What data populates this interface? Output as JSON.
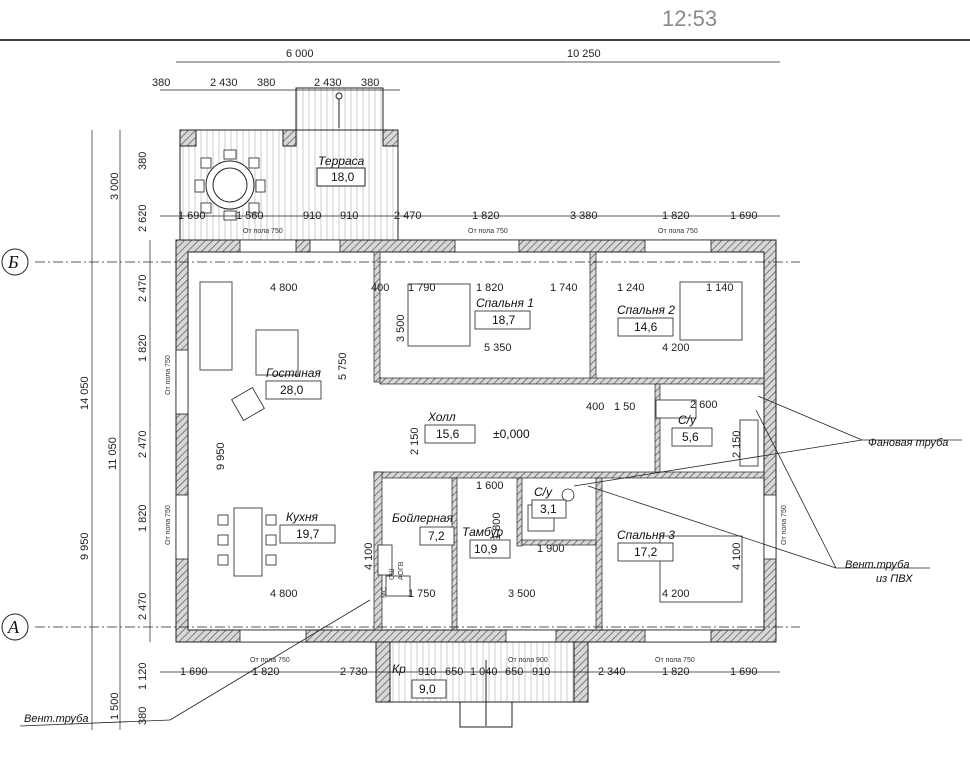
{
  "status_time": "12:53",
  "axes": {
    "b": "Б",
    "a": "А"
  },
  "dims_top_main": [
    "6 000",
    "10 250"
  ],
  "dims_top_terrace": [
    "380",
    "2 430",
    "380",
    "2 430",
    "380"
  ],
  "dims_top_walls": [
    "1 690",
    "1 560",
    "910",
    "910",
    "2 470",
    "1 820",
    "3 380",
    "1 820",
    "1 690"
  ],
  "dims_bottom": [
    "1 690",
    "1 820",
    "2 730",
    "910",
    "650",
    "1 040",
    "650",
    "910",
    "2 340",
    "1 820",
    "1 690"
  ],
  "dims_left_outer": [
    "3 000",
    "14 050",
    "1 500"
  ],
  "dims_left_mid": [
    "380",
    "2 620",
    "11 050",
    "1 120",
    "380"
  ],
  "dims_left_inner": [
    "2 470",
    "1 820",
    "2 470",
    "1 820",
    "2 470"
  ],
  "dims_left_total": "9 950",
  "rooms": [
    {
      "name": "Терраса",
      "area": "18,0"
    },
    {
      "name": "Гостиная",
      "area": "28,0"
    },
    {
      "name": "Спальня 1",
      "area": "18,7"
    },
    {
      "name": "Спальня 2",
      "area": "14,6"
    },
    {
      "name": "Холл",
      "area": "15,6"
    },
    {
      "name": "С/у",
      "area": "5,6"
    },
    {
      "name": "Кухня",
      "area": "19,7"
    },
    {
      "name": "Бойлерная",
      "area": "7,2"
    },
    {
      "name": "Тамбур",
      "area": "10,9"
    },
    {
      "name": "С/у",
      "area": "3,1"
    },
    {
      "name": "Спальня 3",
      "area": "17,2"
    },
    {
      "name": "Кр",
      "area": "9,0"
    }
  ],
  "level_mark": "±0,000",
  "inner_dims": [
    "4 800",
    "5 750",
    "9 950",
    "5 350",
    "4 200",
    "3 500",
    "4 200",
    "4 800",
    "4 100",
    "4 100",
    "1 750",
    "1 900",
    "2 600",
    "2 150",
    "2 150",
    "400",
    "1 790",
    "1 820",
    "1 740",
    "1 240",
    "1 140",
    "1 600",
    "1 800",
    "3 500",
    "400",
    "1 50"
  ],
  "window_notes": [
    "От пола 750",
    "От пола 750",
    "От пола 750",
    "От пола 750",
    "От пола 750",
    "От пола 750",
    "От пола 750",
    "От пола 750",
    "От пола 900"
  ],
  "callouts": [
    "Фановая труба",
    "Вент.труба",
    "из ПВХ",
    "Вент.труба"
  ],
  "equipment_labels": [
    "АОГВ",
    "СШ",
    "МС"
  ]
}
